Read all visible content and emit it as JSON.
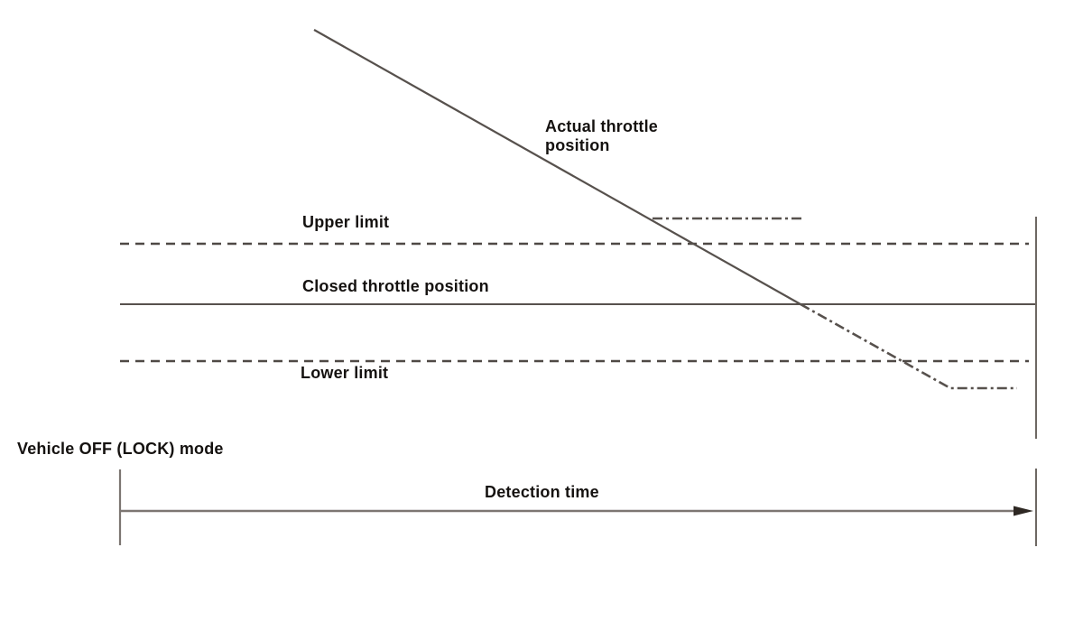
{
  "diagram": {
    "labels": {
      "actual_throttle": "Actual throttle\nposition",
      "upper_limit": "Upper limit",
      "closed_throttle_position": "Closed throttle position",
      "lower_limit": "Lower limit",
      "vehicle_mode": "Vehicle OFF (LOCK) mode",
      "detection_time": "Detection time"
    },
    "colors": {
      "trace_line": "#57514d",
      "limit_dash": "#4f4945",
      "closed_line": "#57514d",
      "boundary_gray": "#6e6863",
      "axis_gray": "#7c7672",
      "arrowhead": "#2e2823",
      "text": "#151210",
      "background": "#ffffff"
    }
  }
}
